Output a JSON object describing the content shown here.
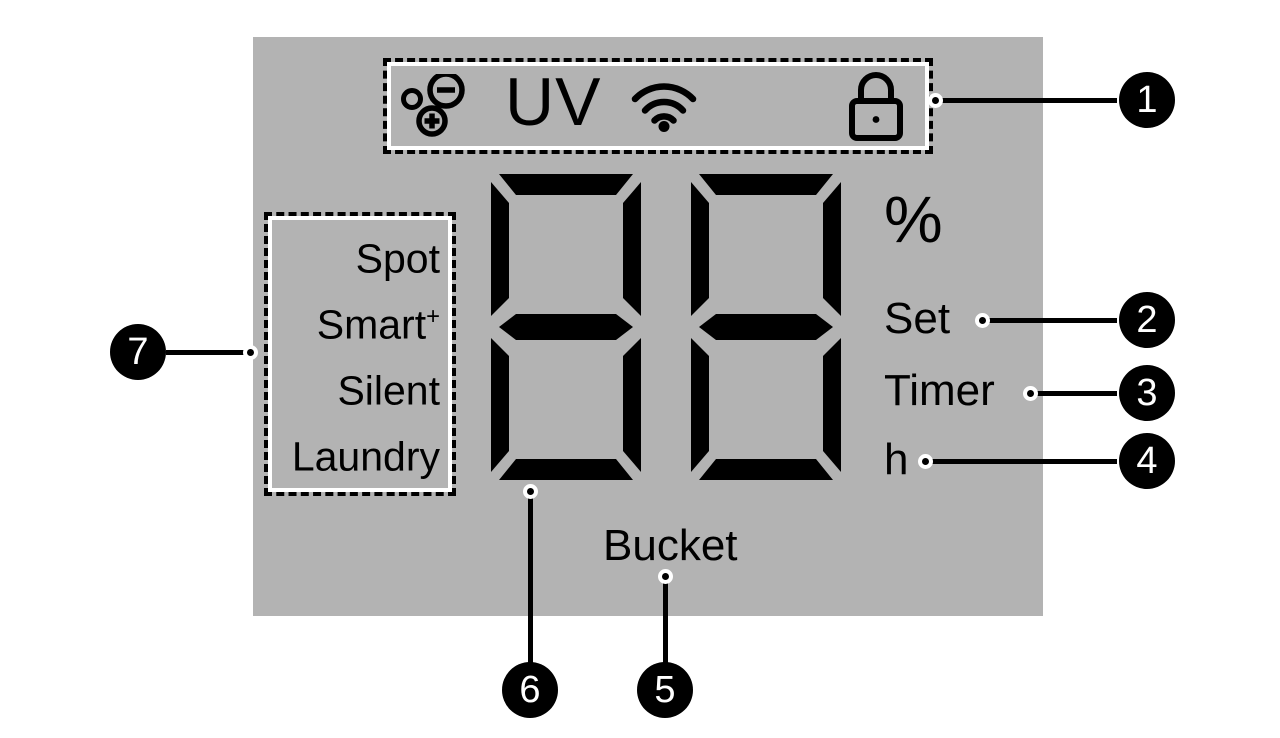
{
  "panel": {
    "background_color": "#b3b3b3",
    "type": "lcd-control-panel-diagram"
  },
  "status_icons": {
    "ionizer": "ionizer-icon",
    "uv_label": "UV",
    "wifi": "wifi-icon",
    "child_lock": "lock-icon"
  },
  "display": {
    "digits": "88",
    "digit_left": "8",
    "digit_right": "8"
  },
  "legend_right": {
    "percent": "%",
    "set": "Set",
    "timer": "Timer",
    "hour": "h"
  },
  "labels": {
    "bucket": "Bucket"
  },
  "modes": [
    {
      "label": "Spot",
      "sup": ""
    },
    {
      "label": "Smart",
      "sup": "+"
    },
    {
      "label": "Silent",
      "sup": ""
    },
    {
      "label": "Laundry",
      "sup": ""
    }
  ],
  "callouts": [
    {
      "number": "1",
      "target": "status-icon-row"
    },
    {
      "number": "2",
      "target": "set-indicator"
    },
    {
      "number": "3",
      "target": "timer-indicator"
    },
    {
      "number": "4",
      "target": "hour-indicator"
    },
    {
      "number": "5",
      "target": "bucket-indicator"
    },
    {
      "number": "6",
      "target": "seven-segment-display"
    },
    {
      "number": "7",
      "target": "mode-list"
    }
  ]
}
